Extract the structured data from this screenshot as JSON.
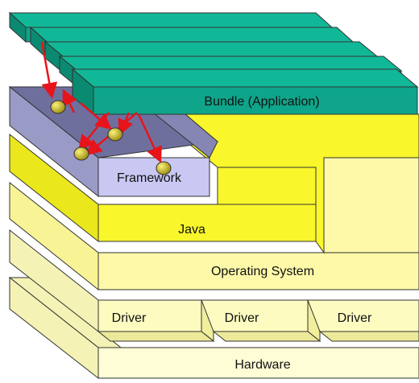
{
  "labels": {
    "hardware": "Hardware",
    "drivers": [
      "Driver",
      "Driver",
      "Driver"
    ],
    "operating_system": "Operating System",
    "java": "Java",
    "framework": "Framework",
    "bundle": "Bundle (Application)"
  },
  "colors": {
    "hardware": "#fefdd5",
    "os": "#fdf9a8",
    "java": "#f9f62b",
    "framework": "#c8c8f3",
    "framework_shade": "#7b7ba8",
    "bundle": "#0fa58a",
    "arrow": "#e8141b",
    "bead": "#c7b51c"
  }
}
